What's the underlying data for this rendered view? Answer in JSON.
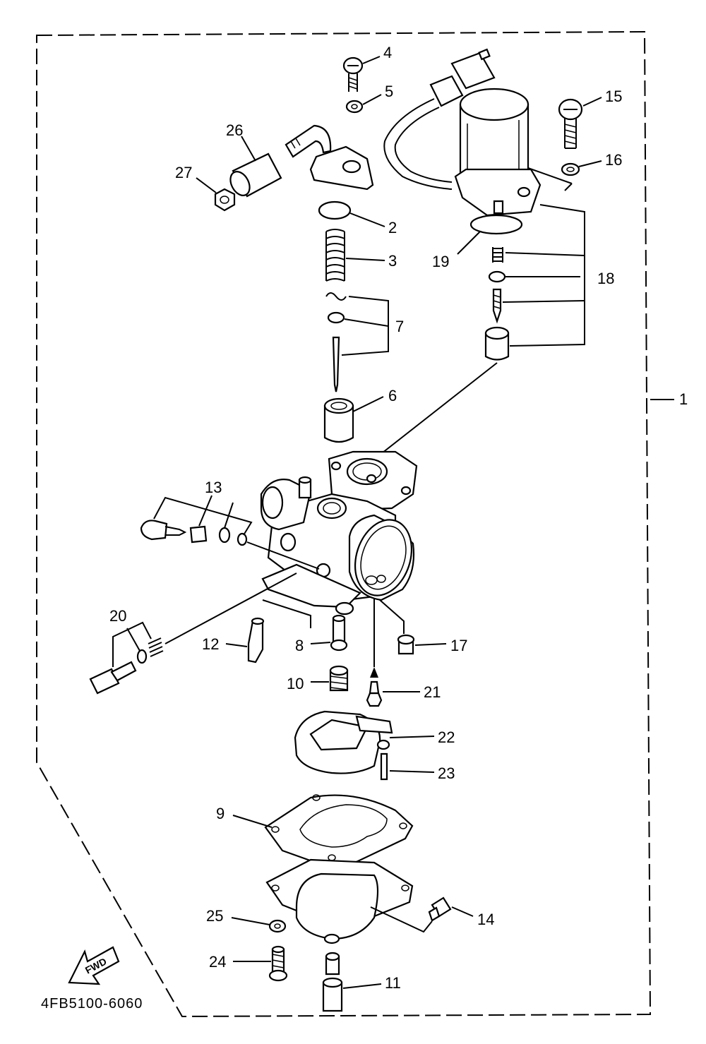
{
  "diagram": {
    "assembly_callout": "1",
    "part_code": "4FB5100-6060",
    "fwd_label": "FWD",
    "callouts": {
      "p2": "2",
      "p3": "3",
      "p4": "4",
      "p5": "5",
      "p6": "6",
      "p7": "7",
      "p8": "8",
      "p9": "9",
      "p10": "10",
      "p11": "11",
      "p12": "12",
      "p13": "13",
      "p14": "14",
      "p15": "15",
      "p16": "16",
      "p17": "17",
      "p18": "18",
      "p19": "19",
      "p20": "20",
      "p21": "21",
      "p22": "22",
      "p23": "23",
      "p24": "24",
      "p25": "25",
      "p26": "26",
      "p27": "27"
    }
  }
}
